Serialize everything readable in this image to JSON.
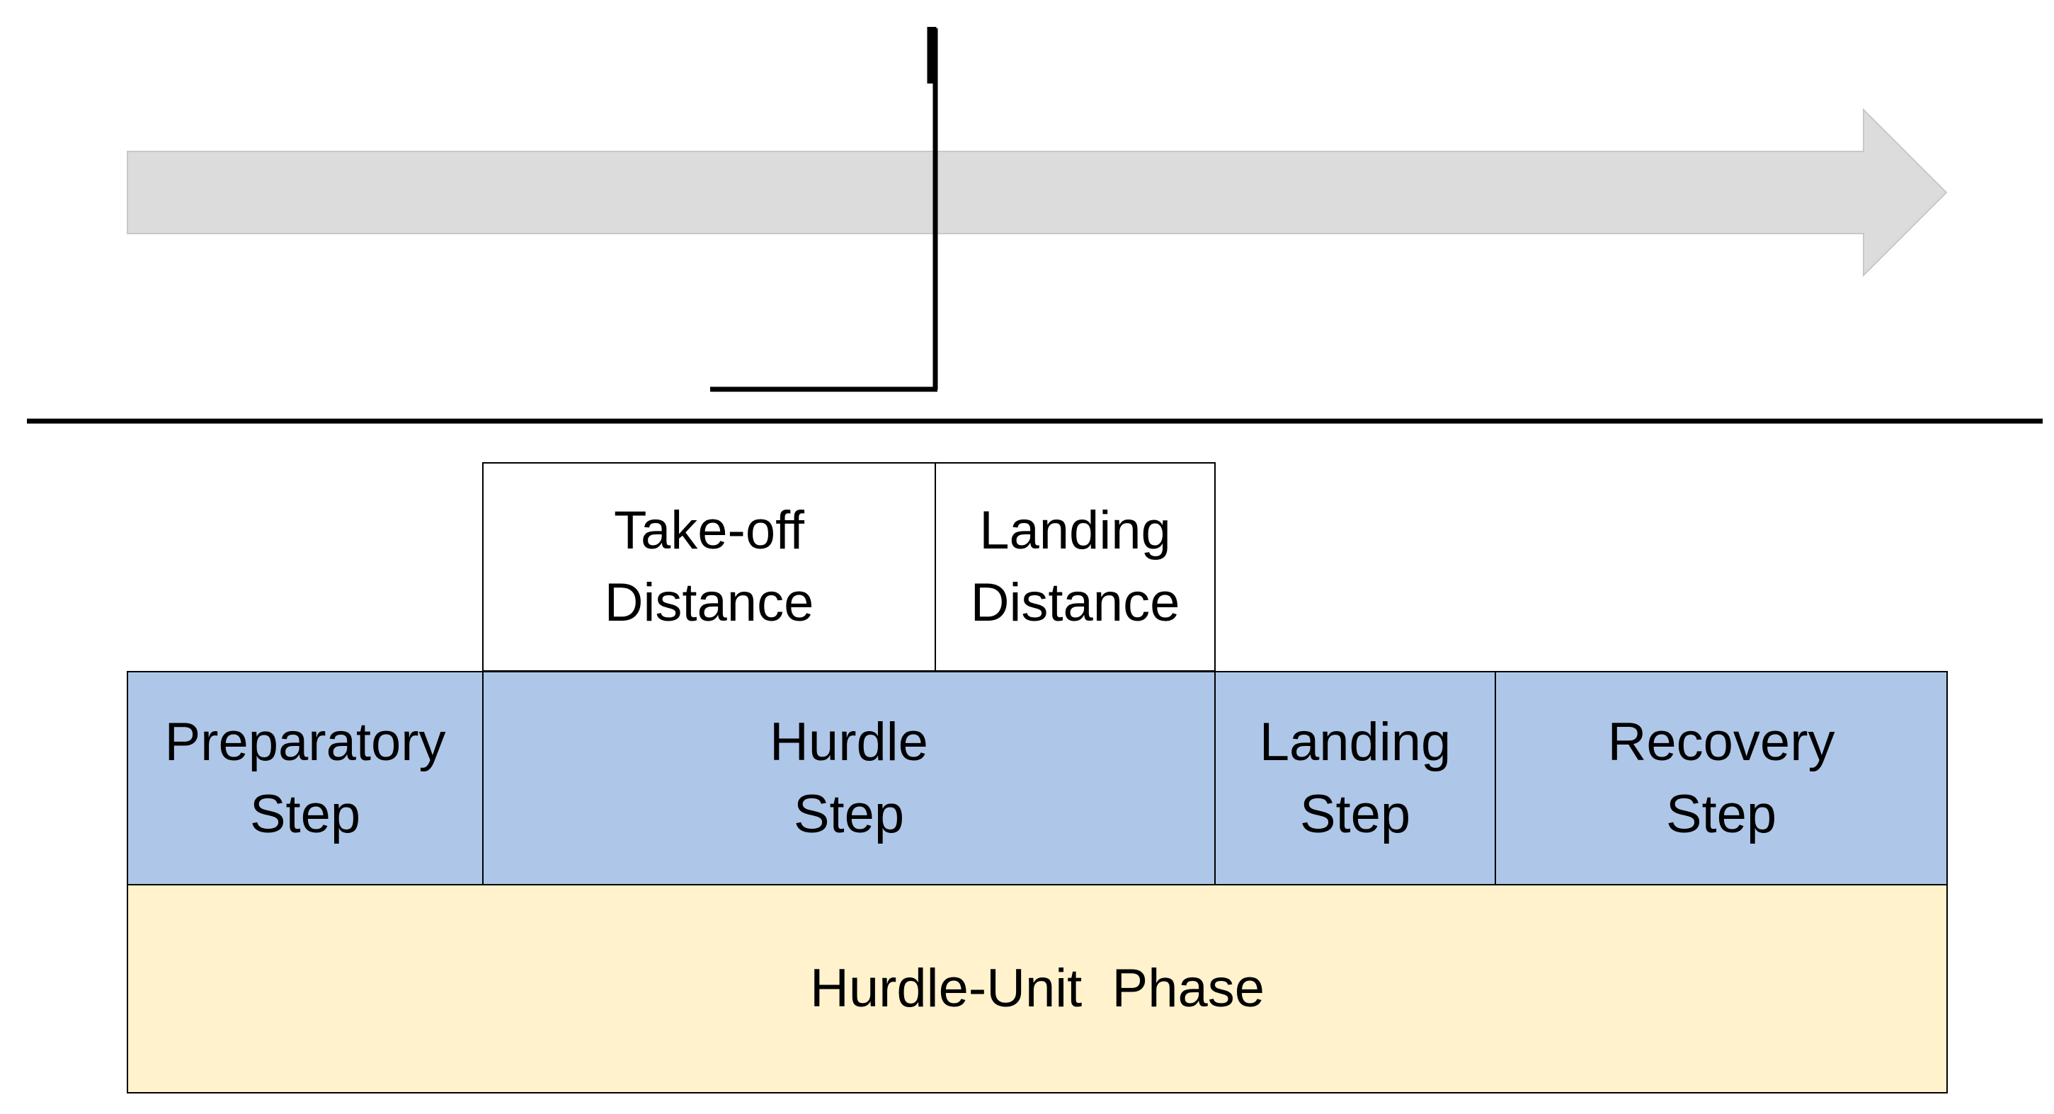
{
  "colors": {
    "arrow_fill": "#dcdcdc",
    "line": "#000000",
    "distance_fill": "#ffffff",
    "step_fill": "#aec7e8",
    "phase_fill": "#fff2cc"
  },
  "distances": {
    "takeoff": "Take-off\nDistance",
    "landing": "Landing\nDistance"
  },
  "steps": {
    "preparatory": "Preparatory\nStep",
    "hurdle": "Hurdle\nStep",
    "landing": "Landing\nStep",
    "recovery": "Recovery\nStep"
  },
  "phase": {
    "label": "Hurdle-Unit  Phase"
  }
}
